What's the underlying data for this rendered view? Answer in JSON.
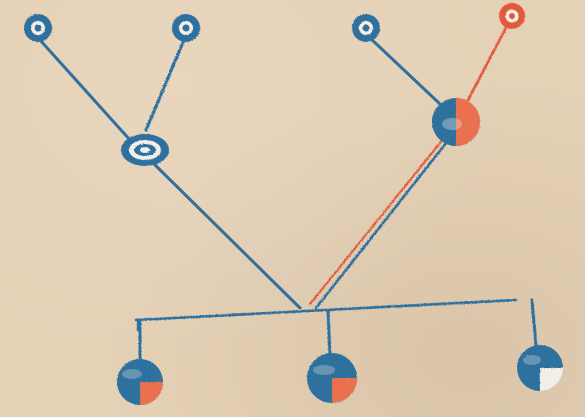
{
  "colors": {
    "paper": "#e5d1b6",
    "blue": "#2f6f9e",
    "blue_dark": "#245a86",
    "red": "#e05a3a",
    "red_fill": "#e9714f",
    "white": "#f3efe8"
  },
  "nodes": [
    {
      "id": "grandparent-1",
      "fill": "blue",
      "ring": true
    },
    {
      "id": "grandparent-2",
      "fill": "blue",
      "ring": true
    },
    {
      "id": "grandparent-3",
      "fill": "blue",
      "ring": true
    },
    {
      "id": "grandparent-4",
      "fill": "red",
      "ring": true
    },
    {
      "id": "parent-left",
      "fill": "blue",
      "rings": 2
    },
    {
      "id": "parent-right",
      "fill": "half-blue-half-red"
    },
    {
      "id": "child-1",
      "fill": "blue-with-red-quarter"
    },
    {
      "id": "child-2",
      "fill": "blue-with-red-quarter"
    },
    {
      "id": "child-3",
      "fill": "blue-with-white-quarter"
    }
  ],
  "edges": [
    {
      "from": "grandparent-1",
      "to": "parent-left",
      "color": "blue"
    },
    {
      "from": "grandparent-2",
      "to": "parent-left",
      "color": "blue"
    },
    {
      "from": "grandparent-3",
      "to": "parent-right",
      "color": "blue"
    },
    {
      "from": "grandparent-4",
      "to": "parent-right",
      "color": "red"
    },
    {
      "from": "parent-left",
      "to": "junction",
      "color": "blue"
    },
    {
      "from": "parent-right",
      "to": "junction",
      "color": "blue-and-red"
    },
    {
      "from": "junction",
      "to": "child-1",
      "color": "blue"
    },
    {
      "from": "junction",
      "to": "child-2",
      "color": "blue"
    },
    {
      "from": "junction",
      "to": "child-3",
      "color": "blue"
    }
  ]
}
